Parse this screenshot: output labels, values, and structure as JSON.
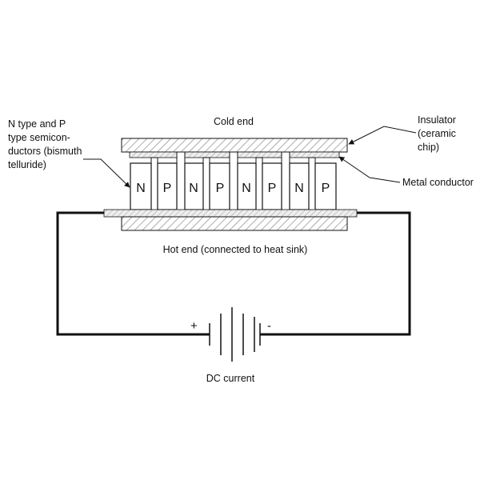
{
  "labels": {
    "cold_end": "Cold end",
    "hot_end": "Hot end (connected to heat sink)",
    "semiconductors": [
      "N type and P",
      "type semicon-",
      "ductors (bismuth",
      "telluride)"
    ],
    "insulator": [
      "Insulator",
      "(ceramic",
      "chip)"
    ],
    "metal_conductor": "Metal conductor",
    "dc_current": "DC current",
    "plus": "+",
    "minus": "-"
  },
  "semiconductor_types": [
    "N",
    "P",
    "N",
    "P",
    "N",
    "P",
    "N",
    "P"
  ],
  "colors": {
    "line": "#111111",
    "hatch": "#777777",
    "metal_fill": "#dcdcdc"
  }
}
